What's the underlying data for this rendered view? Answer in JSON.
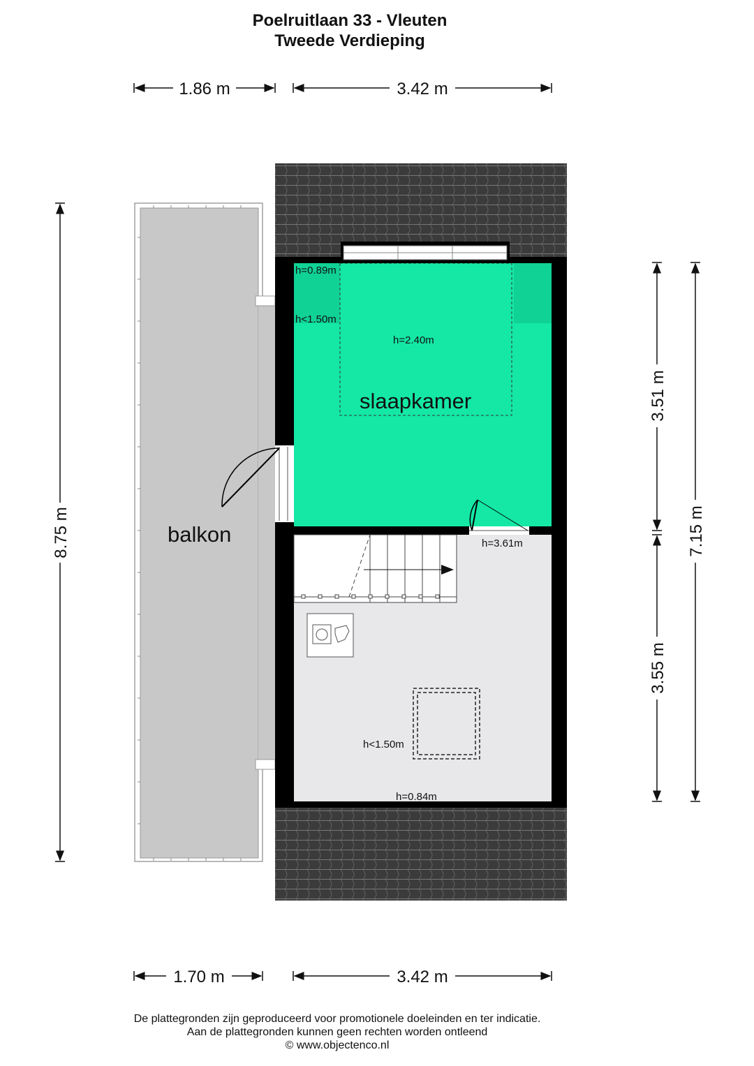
{
  "title": {
    "address": "Poelruitlaan 33 - Vleuten",
    "floor": "Tweede Verdieping"
  },
  "dimensions": {
    "top_left": "1.86 m",
    "top_right": "3.42 m",
    "bottom_left": "1.70 m",
    "bottom_right": "3.42 m",
    "left_height": "8.75 m",
    "right_upper": "3.51 m",
    "right_lower": "3.55 m",
    "right_total": "7.15 m"
  },
  "rooms": {
    "bedroom": "slaapkamer",
    "balcony": "balkon"
  },
  "height_labels": {
    "h_089": "h=0.89m",
    "h_lt150_top": "h<1.50m",
    "h_240": "h=2.40m",
    "h_361": "h=3.61m",
    "h_lt150_bottom": "h<1.50m",
    "h_084": "h=0.84m"
  },
  "footer": {
    "line1": "De plattegronden zijn geproduceerd voor promotionele doeleinden en ter indicatie.",
    "line2": "Aan de plattegronden kunnen geen rechten worden ontleend",
    "line3": "© www.objectenco.nl"
  },
  "colors": {
    "bedroom_fill": "#14e8a4",
    "bedroom_low_zone": "#10d294",
    "landing_fill": "#e8e8ea",
    "balcony_fill": "#c8c8c8",
    "roof_tiles": "#3b3b3b",
    "wall": "#000000"
  },
  "icons": {
    "door": "door-swing-icon",
    "stairs": "stairs-arrow-icon",
    "appliance": "washer-dryer-icon",
    "hatch": "roof-hatch-icon"
  }
}
